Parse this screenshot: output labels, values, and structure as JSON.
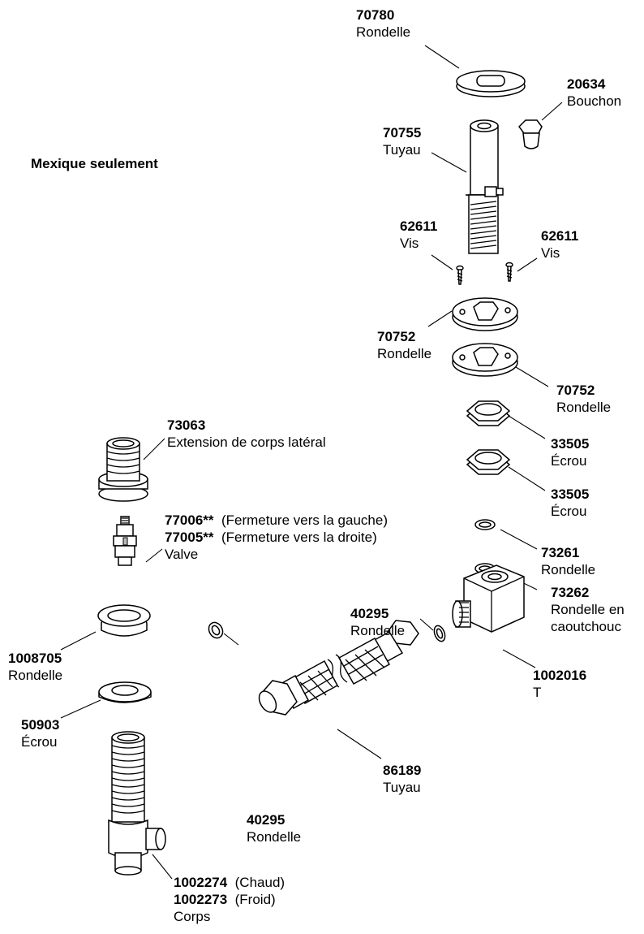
{
  "note": "Mexique seulement",
  "parts": {
    "p70780": {
      "num": "70780",
      "name": "Rondelle"
    },
    "p20634": {
      "num": "20634",
      "name": "Bouchon"
    },
    "p70755": {
      "num": "70755",
      "name": "Tuyau"
    },
    "p62611a": {
      "num": "62611",
      "name": "Vis"
    },
    "p62611b": {
      "num": "62611",
      "name": "Vis"
    },
    "p70752a": {
      "num": "70752",
      "name": "Rondelle"
    },
    "p70752b": {
      "num": "70752",
      "name": "Rondelle"
    },
    "p73063": {
      "num": "73063",
      "name": "Extension de corps latéral"
    },
    "p33505a": {
      "num": "33505",
      "name": "Écrou"
    },
    "p33505b": {
      "num": "33505",
      "name": "Écrou"
    },
    "p77006": {
      "num": "77006**",
      "name": "(Fermeture vers la gauche)"
    },
    "p77005": {
      "num": "77005**",
      "name": "(Fermeture vers la droite)"
    },
    "valve": {
      "name": "Valve"
    },
    "p73261": {
      "num": "73261",
      "name": "Rondelle"
    },
    "p73262": {
      "num": "73262",
      "name1": "Rondelle en",
      "name2": "caoutchouc"
    },
    "p40295a": {
      "num": "40295",
      "name": "Rondelle"
    },
    "p1002016": {
      "num": "1002016",
      "name": "T"
    },
    "p1008705": {
      "num": "1008705",
      "name": "Rondelle"
    },
    "p50903": {
      "num": "50903",
      "name": "Écrou"
    },
    "p86189": {
      "num": "86189",
      "name": "Tuyau"
    },
    "p40295b": {
      "num": "40295",
      "name": "Rondelle"
    },
    "p1002274": {
      "num": "1002274",
      "name": "(Chaud)"
    },
    "p1002273": {
      "num": "1002273",
      "name": "(Froid)"
    },
    "corps": {
      "name": "Corps"
    }
  }
}
